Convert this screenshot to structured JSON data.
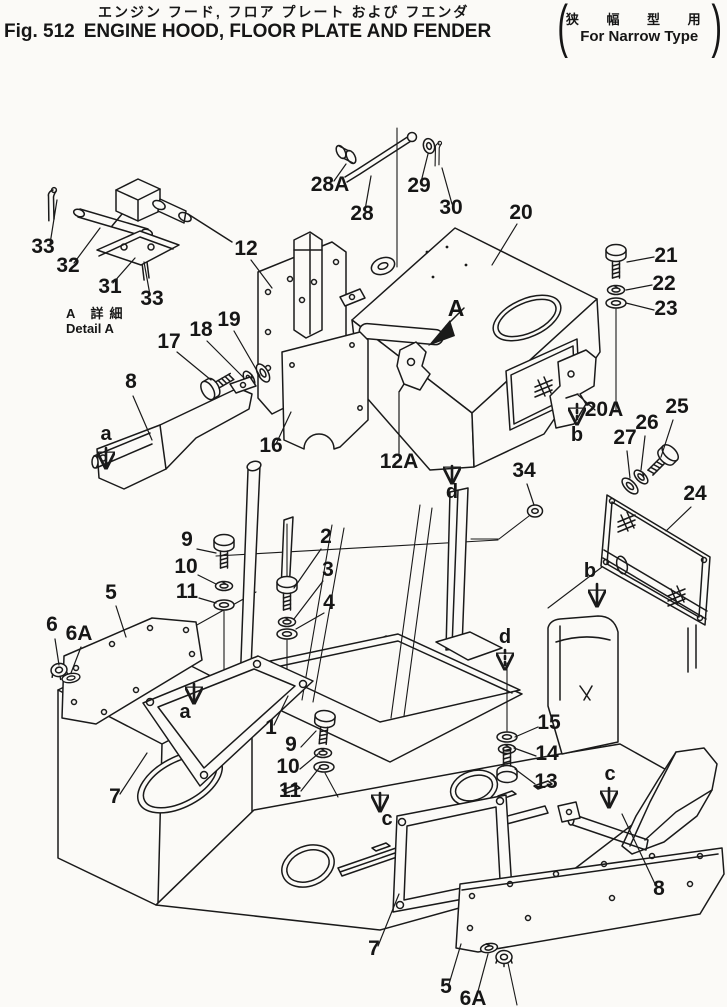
{
  "figure": {
    "fig_label": "Fig. 512",
    "title_en": "ENGINE HOOD, FLOOR PLATE AND FENDER",
    "title_jp": "エンジン フード, フロア プレート および フエンダ",
    "paren_jp": "狭 幅 型 用",
    "paren_en": "For Narrow Type"
  },
  "detail_a": {
    "jp": "A 詳細",
    "en": "Detail A"
  },
  "view_arrow": "A",
  "callouts": [
    "33",
    "32",
    "31",
    "33",
    "28A",
    "28",
    "29",
    "30",
    "20",
    "12",
    "21",
    "22",
    "23",
    "17",
    "18",
    "19",
    "8",
    "16",
    "12A",
    "20A",
    "26",
    "25",
    "27",
    "24",
    "34",
    "9",
    "10",
    "11",
    "2",
    "3",
    "4",
    "5",
    "6",
    "6A",
    "15",
    "14",
    "13",
    "1",
    "9",
    "10",
    "11",
    "7",
    "7",
    "5",
    "6A",
    "8"
  ],
  "location_markers": [
    "a",
    "a",
    "b",
    "b",
    "c",
    "c",
    "d",
    "d"
  ],
  "colors": {
    "ink": "#1a1a1a",
    "paper": "#fbfaf7"
  }
}
